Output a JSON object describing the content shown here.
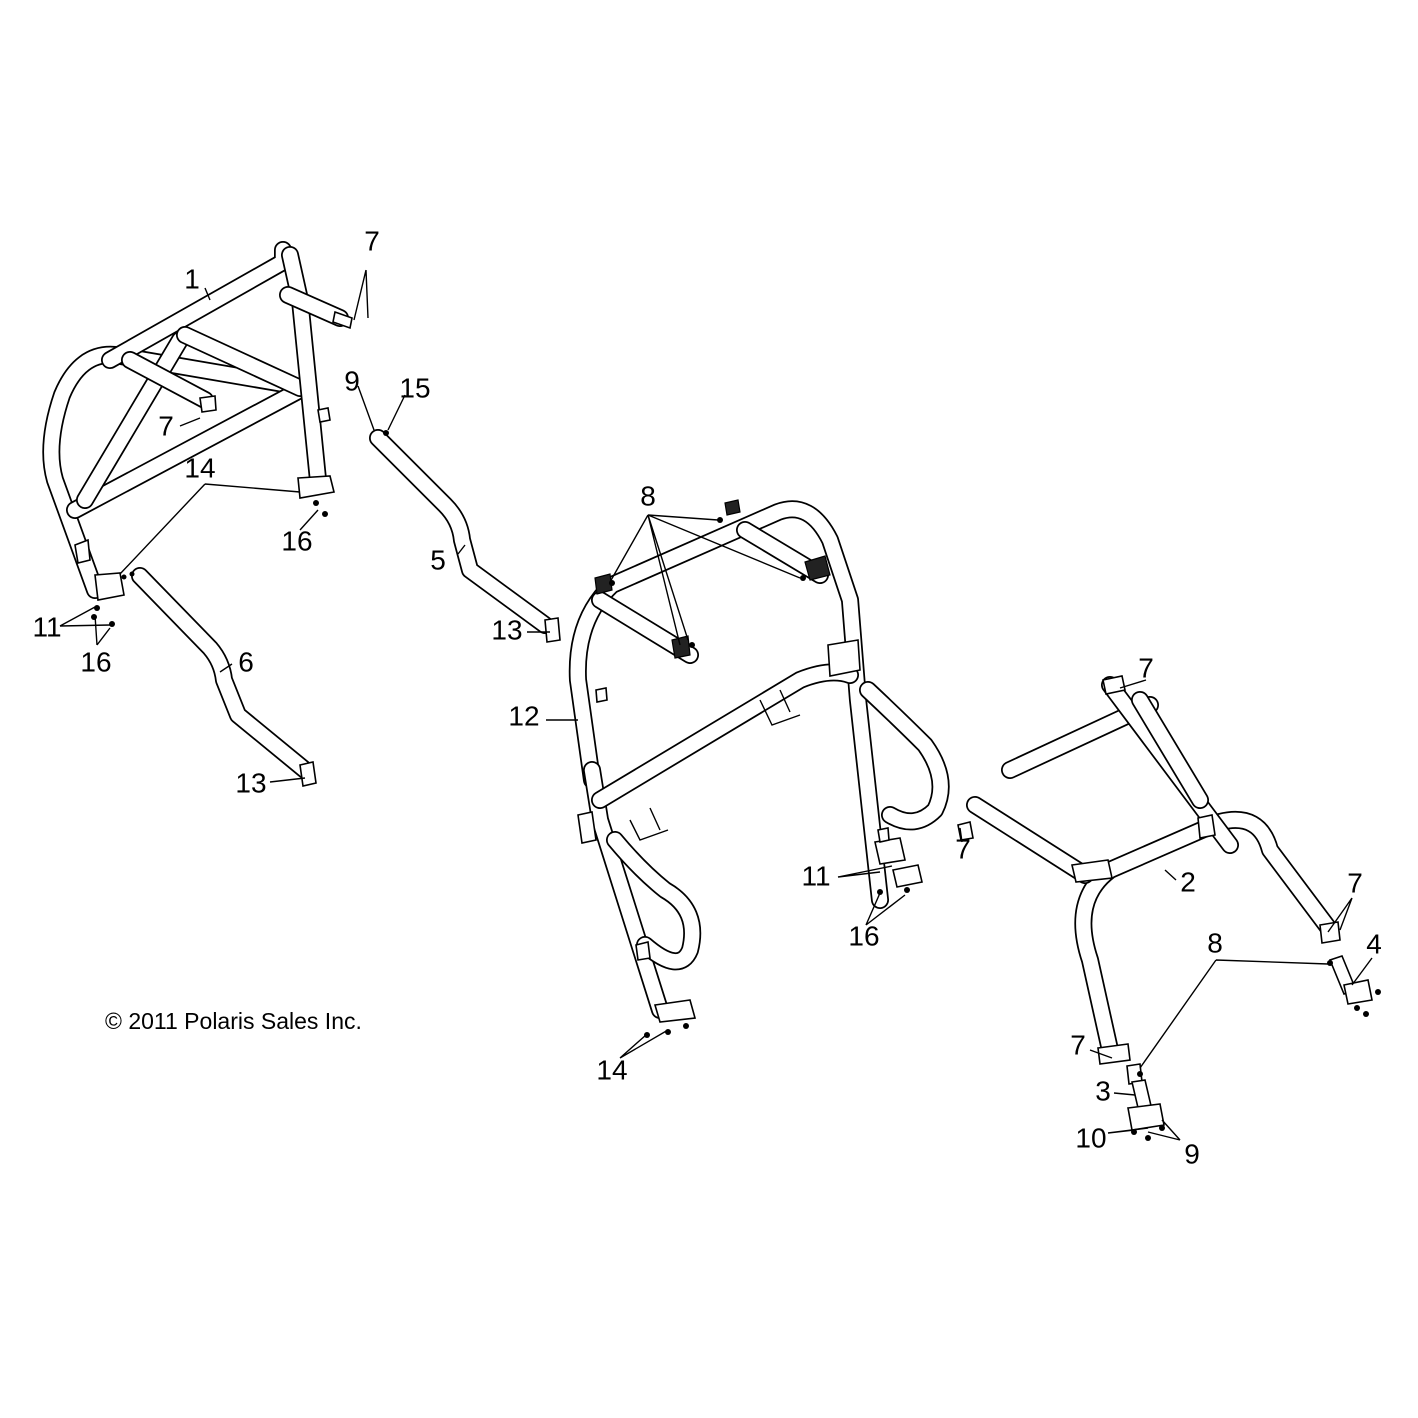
{
  "callouts": {
    "c1": "1",
    "c2": "2",
    "c3": "3",
    "c4": "4",
    "c5": "5",
    "c6": "6",
    "c7": "7",
    "c8": "8",
    "c9": "9",
    "c10": "10",
    "c11": "11",
    "c12": "12",
    "c13": "13",
    "c14": "14",
    "c15": "15",
    "c16": "16"
  },
  "copyright": "© 2011 Polaris Sales Inc."
}
